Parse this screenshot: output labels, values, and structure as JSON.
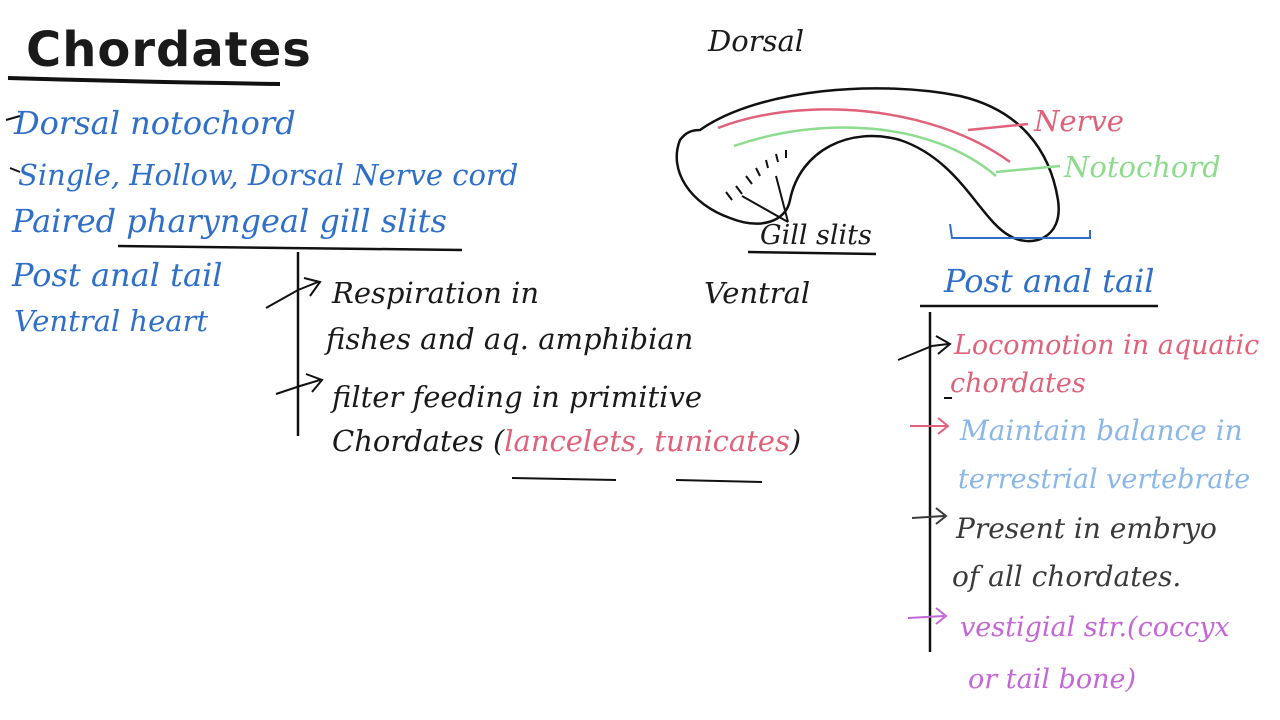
{
  "title": "Chordates",
  "features": [
    "Dorsal notochord",
    "Single, Hollow, Dorsal Nerve cord",
    "Paired pharyngeal gill slits",
    "Post anal tail",
    "Ventral heart"
  ],
  "gill_notes": {
    "item1_line1": "Respiration in",
    "item1_line2": "fishes and aq. amphibian",
    "item2_line1": "filter feeding in primitive",
    "item2_line2": "Chordates (",
    "item2_highlight": "lancelets, tunicates",
    "item2_close": ")"
  },
  "diagram": {
    "dorsal": "Dorsal",
    "ventral": "Ventral",
    "nerve": "Nerve",
    "notochord": "Notochord",
    "gill_slits": "Gill slits",
    "post_anal_tail": "Post anal tail"
  },
  "tail_notes": {
    "item1_line1": "Locomotion in aquatic",
    "item1_line2": "chordates",
    "item2_line1": "Maintain balance in",
    "item2_line2": "terrestrial vertebrate",
    "item3_line1": "Present in embryo",
    "item3_line2": "of all chordates.",
    "item4_line1": "vestigial str.(coccyx",
    "item4_line2": "or tail bone)"
  },
  "colors": {
    "blue": "#2f6fc8",
    "red": "#e0627a",
    "green": "#8ddc8e",
    "light_blue": "#8ab6e8",
    "violet": "#c466d8"
  }
}
